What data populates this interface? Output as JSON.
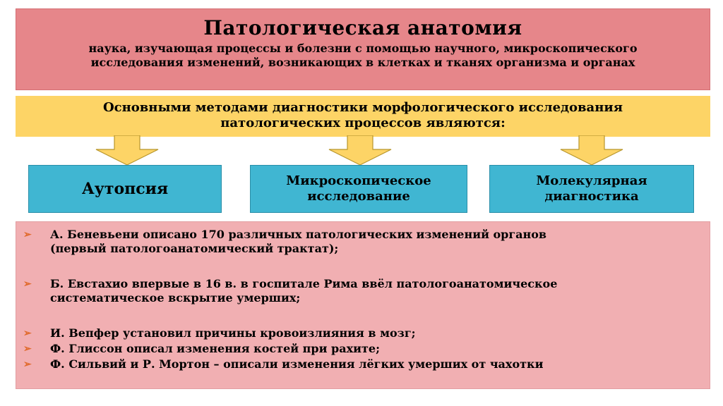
{
  "title": {
    "main": "Патологическая анатомия",
    "subtitle_line1": "наука, изучающая процессы и болезни с помощью научного,  микроскопического",
    "subtitle_line2": "исследования изменений, возникающих в клетках и тканях организма  и  органах"
  },
  "methods_intro": {
    "line1": "Основными методами диагностики морфологического исследования",
    "line2": "патологических процессов являются:"
  },
  "methods": [
    {
      "line1": "Аутопсия",
      "line2": ""
    },
    {
      "line1": "Микроскопическое",
      "line2": "исследование"
    },
    {
      "line1": "Молекулярная",
      "line2": "диагностика"
    }
  ],
  "history": [
    {
      "line1": "А. Беневьени  описано 170 различных патологических изменений органов",
      "line2": " (первый патологоанатомический трактат);"
    },
    {
      "line1": "Б. Евстахио  впервые в 16 в. в госпитале Рима ввёл патологоанатомическое",
      "line2": "систематическое вскрытие умерших;"
    },
    {
      "line1": "И. Вепфер установил причины кровоизлияния в мозг;",
      "line2": ""
    },
    {
      "line1": "Ф. Глиссон описал изменения костей при рахите;",
      "line2": ""
    },
    {
      "line1": "Ф. Сильвий и Р. Мортон –  описали  изменения лёгких умерших от чахотки",
      "line2": ""
    }
  ],
  "colors": {
    "title_bg": "#e6868a",
    "methods_bg": "#fdd466",
    "arrow": "#fdd466",
    "method_bg": "#40b6d2",
    "history_bg": "#f1afb2",
    "bullet": "#e06a2c"
  },
  "icons": {
    "bullet": "arrow-bullet-icon",
    "connector": "down-arrow-icon"
  }
}
